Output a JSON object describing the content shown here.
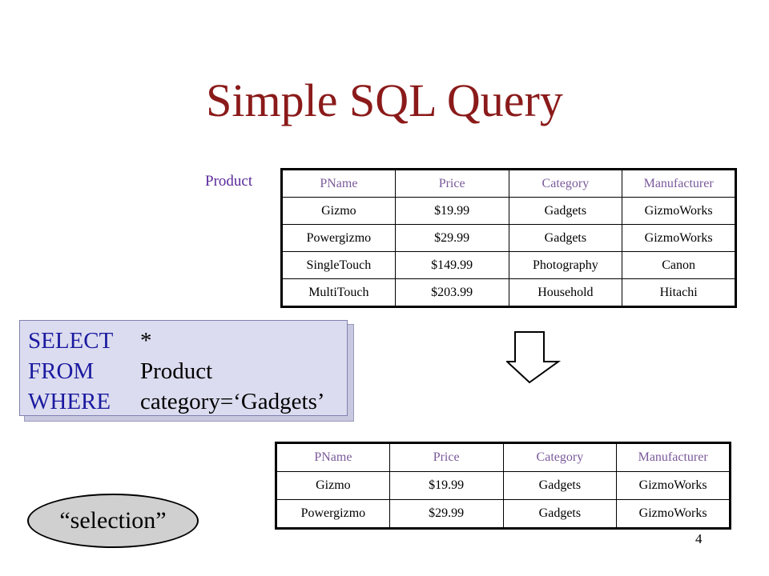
{
  "slide": {
    "title": "Simple SQL Query",
    "table_label": "Product",
    "page_number": "4"
  },
  "product_table": {
    "headers": [
      "PName",
      "Price",
      "Category",
      "Manufacturer"
    ],
    "rows": [
      [
        "Gizmo",
        "$19.99",
        "Gadgets",
        "GizmoWorks"
      ],
      [
        "Powergizmo",
        "$29.99",
        "Gadgets",
        "GizmoWorks"
      ],
      [
        "SingleTouch",
        "$149.99",
        "Photography",
        "Canon"
      ],
      [
        "MultiTouch",
        "$203.99",
        "Household",
        "Hitachi"
      ]
    ]
  },
  "query": {
    "select_kw": "SELECT",
    "select_arg": "*",
    "from_kw": "FROM",
    "from_arg": "Product",
    "where_kw": "WHERE",
    "where_arg": "category=‘Gadgets’"
  },
  "result_table": {
    "headers": [
      "PName",
      "Price",
      "Category",
      "Manufacturer"
    ],
    "rows": [
      [
        "Gizmo",
        "$19.99",
        "Gadgets",
        "GizmoWorks"
      ],
      [
        "Powergizmo",
        "$29.99",
        "Gadgets",
        "GizmoWorks"
      ]
    ]
  },
  "selection_label": "“selection”",
  "icons": {
    "arrow": "down-arrow-icon"
  },
  "colors": {
    "title": "#8b1a1a",
    "sql_keyword": "#1a1aa0",
    "sql_box_bg": "#dcdcf0",
    "header_text": "#7a5a9a",
    "table_label": "#5a2a9a"
  }
}
